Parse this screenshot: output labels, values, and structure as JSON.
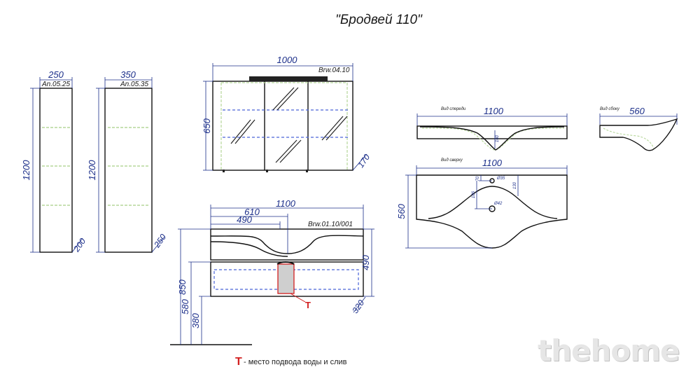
{
  "title": "\"Бродвей 110\"",
  "cabinets": {
    "narrow": {
      "model": "An.05.25",
      "width": "250",
      "height": "1200",
      "depth": "200"
    },
    "wide": {
      "model": "An.05.35",
      "width": "350",
      "height": "1200",
      "depth": "250"
    }
  },
  "mirror": {
    "model": "Brw.04.10",
    "width": "1000",
    "height": "650",
    "depth": "170"
  },
  "vanity": {
    "model": "Brw.01.10/001",
    "width": "1100",
    "basin_offset": "610",
    "inner_width": "490",
    "height": "490",
    "depth": "320",
    "floor_850": "850",
    "floor_580": "580",
    "floor_380": "380"
  },
  "sink_front": {
    "view": "Вид спереди",
    "width": "1100",
    "depth_label": "160"
  },
  "sink_side": {
    "view": "Вид сбоку",
    "depth": "560"
  },
  "sink_top": {
    "view": "Вид сверху",
    "width": "1100",
    "depth": "560",
    "hole_small": "Ø35",
    "hole_large": "Ø42",
    "d70": "70",
    "d130": "130",
    "d186": "186"
  },
  "legend": {
    "marker": "Т",
    "text": " - место подвода воды и слив"
  },
  "watermark": "thehome",
  "colors": {
    "dimension": "#1c2f8a",
    "shelf": "#b6d79a",
    "marker": "#d21f1f",
    "glass_dash": "#4a63d8"
  }
}
